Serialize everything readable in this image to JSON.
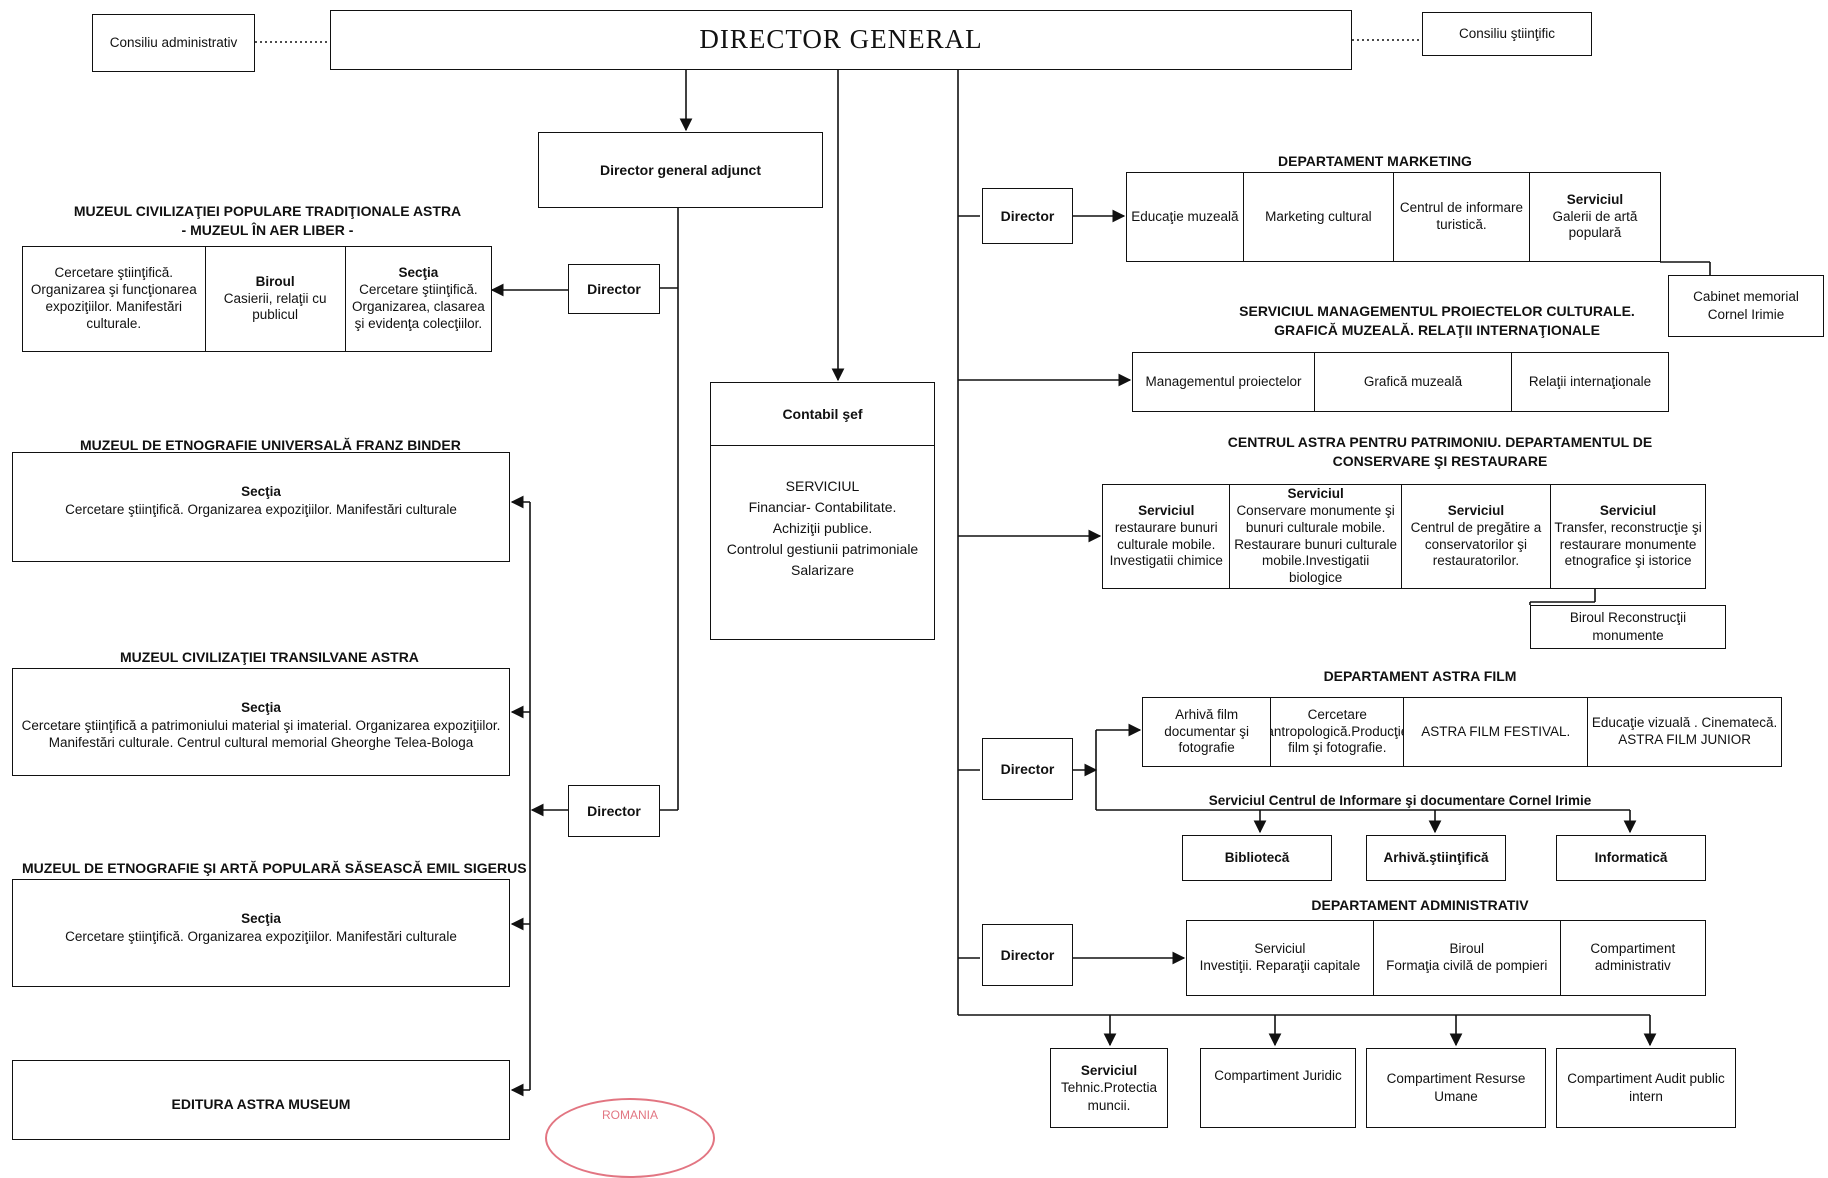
{
  "top": {
    "director_general": "DIRECTOR GENERAL",
    "consiliu_administrativ": "Consiliu administrativ",
    "consiliu_stiintific": "Consiliu ştiinţific",
    "director_adjunct": "Director general adjunct",
    "contabil_sef": "Contabil şef",
    "serviciu_financiar": {
      "title": "SERVICIUL",
      "lines": [
        "Financiar- Contabilitate.",
        "Achiziţii publice.",
        "Controlul gestiunii patrimoniale",
        "Salarizare"
      ]
    }
  },
  "left": {
    "director_1": "Director",
    "director_2": "Director",
    "muzeu_astra": {
      "title_line1": "MUZEUL  CIVILIZAŢIEI  POPULARE  TRADIŢIONALE ASTRA",
      "title_line2": "- MUZEUL ÎN AER LIBER -",
      "cells": [
        {
          "head": "",
          "text": "Cercetare ştiinţifică. Organizarea şi funcţionarea expoziţiilor. Manifestări culturale."
        },
        {
          "head": "Biroul",
          "text": "Casierii, relaţii cu publicul"
        },
        {
          "head": "Secţia",
          "text": "Cercetare ştiinţifică. Organizarea, clasarea şi evidenţa colecţiilor."
        }
      ]
    },
    "muzeu_binder": {
      "title": "MUZEUL  DE  ETNOGRAFIE  UNIVERSALĂ  FRANZ BINDER",
      "head": "Secţia",
      "text": "Cercetare ştiinţifică. Organizarea expoziţiilor. Manifestări culturale"
    },
    "muzeu_transilvane": {
      "title": "MUZEUL  CIVILIZAŢIEI TRANSILVANE ASTRA",
      "head": "Secţia",
      "line1": "Cercetare ştiinţifică a patrimoniului material şi imaterial. Organizarea expoziţiilor.",
      "line2": "Manifestări culturale. Centrul cultural memorial Gheorghe Telea-Bologa"
    },
    "muzeu_sigerus": {
      "title": "MUZEUL  DE ETNOGRAFIE ŞI ARTĂ POPULARĂ SĂSEASCĂ EMIL SIGERUS",
      "head": "Secţia",
      "text": "Cercetare ştiinţifică. Organizarea expoziţiilor. Manifestări culturale"
    },
    "editura": "EDITURA ASTRA MUSEUM"
  },
  "right": {
    "marketing": {
      "title": "DEPARTAMENT MARKETING",
      "director": "Director",
      "cells": [
        {
          "head": "",
          "text": "Educaţie muzeală"
        },
        {
          "head": "",
          "text": "Marketing cultural"
        },
        {
          "head": "",
          "text": "Centrul de informare turistică."
        },
        {
          "head": "Serviciul",
          "text": "Galerii de artă populară"
        }
      ],
      "cabinet": "Cabinet memorial Cornel Irimie"
    },
    "proiecte": {
      "title_line1": "SERVICIUL MANAGEMENTUL PROIECTELOR CULTURALE.",
      "title_line2": "GRAFICĂ MUZEALĂ. RELAŢII INTERNAŢIONALE",
      "cells": [
        "Managementul proiectelor",
        "Grafică muzeală",
        "Relaţii internaţionale"
      ]
    },
    "patrimoniu": {
      "title_line1": "CENTRUL ASTRA PENTRU PATRIMONIU. DEPARTAMENTUL DE",
      "title_line2": "CONSERVARE ŞI RESTAURARE",
      "cells": [
        {
          "head": "Serviciul",
          "text": "restaurare bunuri culturale mobile. Investigatii chimice"
        },
        {
          "head": "Serviciul",
          "text": "Conservare monumente şi bunuri culturale mobile. Restaurare bunuri culturale mobile.Investigatii biologice"
        },
        {
          "head": "Serviciul",
          "text": "Centrul de pregătire a conservatorilor şi restauratorilor."
        },
        {
          "head": "Serviciul",
          "text": "Transfer, reconstrucţie şi restaurare monumente etnografice şi istorice"
        }
      ],
      "birou": "Biroul Reconstrucţii monumente"
    },
    "film": {
      "title": "DEPARTAMENT ASTRA FILM",
      "director": "Director",
      "cells": [
        {
          "head": "",
          "text": "Arhivă film documentar şi fotografie"
        },
        {
          "head": "",
          "text": "Cercetare antropologică.Producţie film şi fotografie."
        },
        {
          "head": "",
          "text": "ASTRA FILM FESTIVAL."
        },
        {
          "head": "",
          "text": "Educaţie vizuală . Cinematecă. ASTRA FILM JUNIOR"
        }
      ],
      "centru_title": "Serviciul Centrul de Informare şi documentare Cornel Irimie",
      "centru_items": [
        "Bibliotecă",
        "Arhivă.ştiinţifică",
        "Informatică"
      ]
    },
    "administrativ": {
      "title": "DEPARTAMENT ADMINISTRATIV",
      "director": "Director",
      "cells": [
        {
          "head": "Serviciul",
          "text": "Investiţii. Reparaţii capitale"
        },
        {
          "head": "Biroul",
          "text": "Formaţia civilă de pompieri"
        },
        {
          "head": "",
          "text": "Compartiment administrativ"
        }
      ]
    },
    "bottom": [
      {
        "head": "Serviciul",
        "text": "Tehnic.Protectia muncii."
      },
      {
        "head": "",
        "text": "Compartiment Juridic"
      },
      {
        "head": "",
        "text": "Compartiment Resurse Umane"
      },
      {
        "head": "",
        "text": "Compartiment Audit public intern"
      }
    ]
  },
  "stamp": "ROMANIA"
}
